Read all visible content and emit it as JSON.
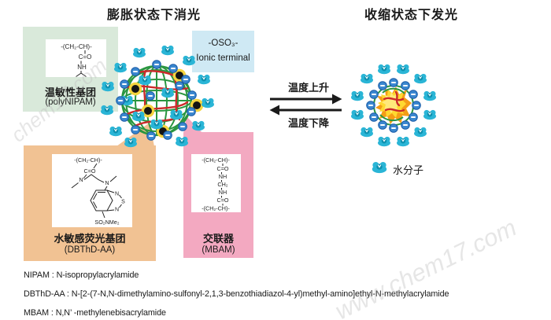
{
  "titles": {
    "left": "膨胀状态下消光",
    "right": "收缩状态下发光"
  },
  "boxes": {
    "thermo": {
      "label": "温敏性基团",
      "sublabel": "(polyNIPAM)"
    },
    "ionic": {
      "line1": "-OSO₃-",
      "line2": "Ionic terminal"
    },
    "fluor": {
      "label": "水敏感荧光基团",
      "sublabel": "(DBThD-AA)"
    },
    "cross": {
      "label": "交联器",
      "sublabel": "(MBAM)"
    }
  },
  "transition": {
    "up": "温度上升",
    "down": "温度下降"
  },
  "legend": {
    "water": "水分子"
  },
  "structures": {
    "nipam": {
      "repeat": "-(CH₂-CH)-",
      "co": "C=O",
      "nh": "NH"
    },
    "dbthd": {
      "repeat": "-(CH₂-CH)-",
      "co": "C=O",
      "n1": "N",
      "n2": "N",
      "ring_n1": "N",
      "ring_s": "S",
      "ring_n2": "N",
      "so2": "SO₂NMe₂"
    },
    "mbam": {
      "top": "-(CH₂-CH)-",
      "co1": "C=O",
      "nh1": "NH",
      "ch2": "CH₂",
      "nh2": "NH",
      "co2": "C=O",
      "bottom": "-(CH₂-CH)-"
    }
  },
  "footnotes": [
    "NIPAM : N-isopropylacrylamide",
    "DBThD-AA : N-[2-(7-N,N-dimethylamino-sulfonyl-2,1,3-benzothiadiazol-4-yl)methyl-amino]ethyl-N-methylacrylamide",
    "MBAM : N,N’ -methylenebisacrylamide"
  ],
  "watermarks": {
    "a": "chem17.com",
    "b": "www.chem17.com"
  },
  "colors": {
    "box_thermo_bg": "#d9e9da",
    "box_ionic_bg": "#cfe9f4",
    "box_fluor_bg": "#f1c293",
    "box_cross_bg": "#f3a9c1",
    "mesh_green": "#2a9640",
    "chain_red": "#cc2a2a",
    "minus_fill": "#3b87cf",
    "minus_stroke": "#1a5ca8",
    "water_main": "#2ab5d6",
    "water_dark": "#0d8fae",
    "halo_yellow": "#f5d43e",
    "core_orange": "#f49d16",
    "core_yellow": "#ffd930",
    "core_light": "#ffe97a",
    "text": "#1a1a1a"
  }
}
